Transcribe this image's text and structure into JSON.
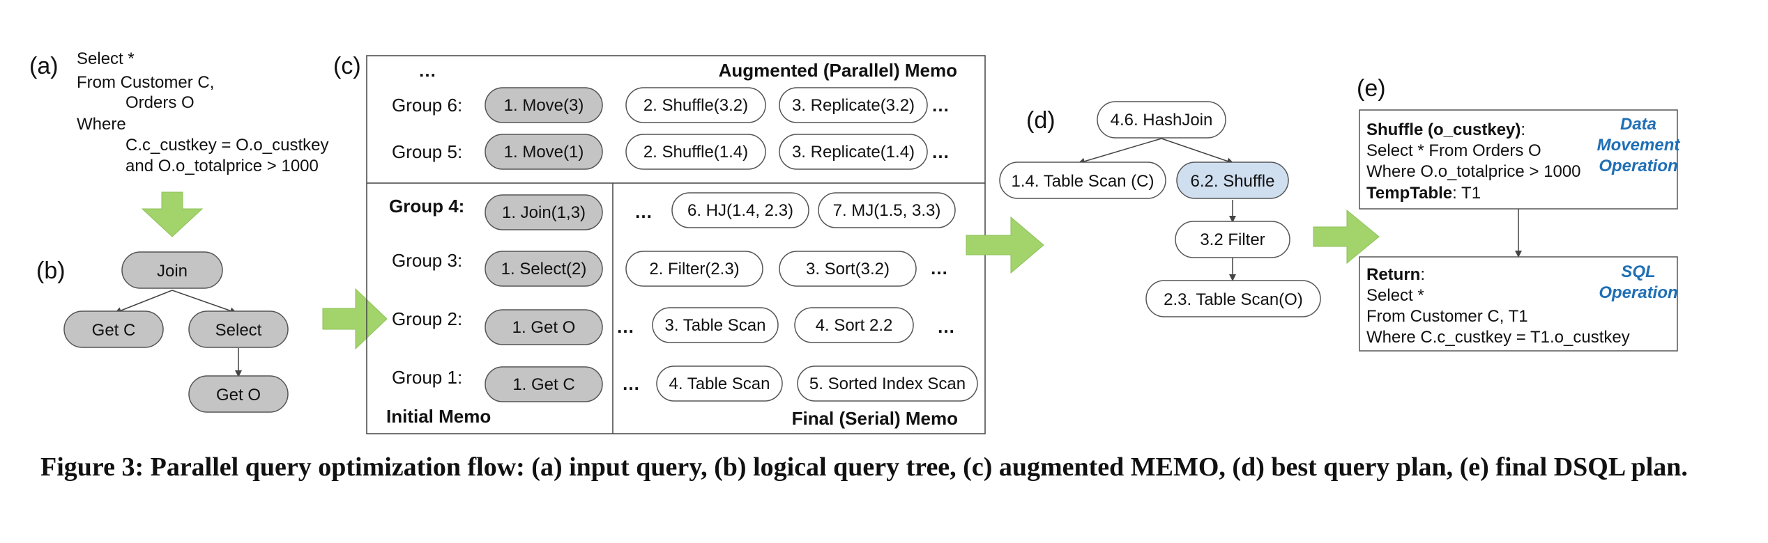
{
  "panels": {
    "a": "(a)",
    "b": "(b)",
    "c": "(c)",
    "d": "(d)",
    "e": "(e)"
  },
  "query": [
    "Select *",
    "From Customer C,",
    "Orders O",
    "Where",
    "C.c_custkey = O.o_custkey",
    "and O.o_totalprice > 1000"
  ],
  "tree": {
    "join": "Join",
    "get_c": "Get C",
    "select": "Select",
    "get_o": "Get O"
  },
  "memo": {
    "ellipsis": "…",
    "augmented_title": "Augmented (Parallel) Memo",
    "initial_title": "Initial Memo",
    "final_title": "Final (Serial) Memo",
    "group6": {
      "label": "Group 6:",
      "items": [
        "1. Move(3)",
        "2. Shuffle(3.2)",
        "3. Replicate(3.2)"
      ]
    },
    "group5": {
      "label": "Group 5:",
      "items": [
        "1. Move(1)",
        "2. Shuffle(1.4)",
        "3. Replicate(1.4)"
      ]
    },
    "group4": {
      "label": "Group 4:",
      "items": [
        "1. Join(1,3)",
        "6. HJ(1.4, 2.3)",
        "7. MJ(1.5, 3.3)"
      ]
    },
    "group3": {
      "label": "Group 3:",
      "items": [
        "1. Select(2)",
        "2. Filter(2.3)",
        "3. Sort(3.2)"
      ]
    },
    "group2": {
      "label": "Group 2:",
      "items": [
        "1. Get O",
        "3. Table Scan",
        "4. Sort 2.2"
      ]
    },
    "group1": {
      "label": "Group 1:",
      "items": [
        "1. Get C",
        "4. Table Scan",
        "5. Sorted Index Scan"
      ]
    }
  },
  "plan": {
    "hashjoin": "4.6. HashJoin",
    "table_scan_c": "1.4. Table Scan (C)",
    "shuffle": "6.2. Shuffle",
    "filter": "3.2 Filter",
    "table_scan_o": "2.3. Table Scan(O)"
  },
  "dsql": {
    "shuffle_head": "Shuffle (o_custkey)",
    "shuffle_colon": ":",
    "shuffle_line1": "Select * From Orders O",
    "shuffle_line2": "Where O.o_totalprice > 1000",
    "temp_head": "TempTable",
    "temp_value": ": T1",
    "dm_label": [
      "Data",
      "Movement",
      "Operation"
    ],
    "return_head": "Return",
    "return_colon": ":",
    "return_lines": [
      "Select *",
      "From Customer C, T1",
      "Where C.c_custkey = T1.o_custkey"
    ],
    "sql_label": [
      "SQL",
      "Operation"
    ]
  },
  "caption": "Figure 3: Parallel query optimization flow: (a) input query, (b) logical query tree, (c) augmented MEMO, (d) best query plan, (e) final DSQL plan.",
  "colors": {
    "gray_fill": "#c4c4c4",
    "blue_fill": "#cfdff0",
    "arrow_green": "#a3d36b",
    "label_blue": "#1f6fb5"
  }
}
